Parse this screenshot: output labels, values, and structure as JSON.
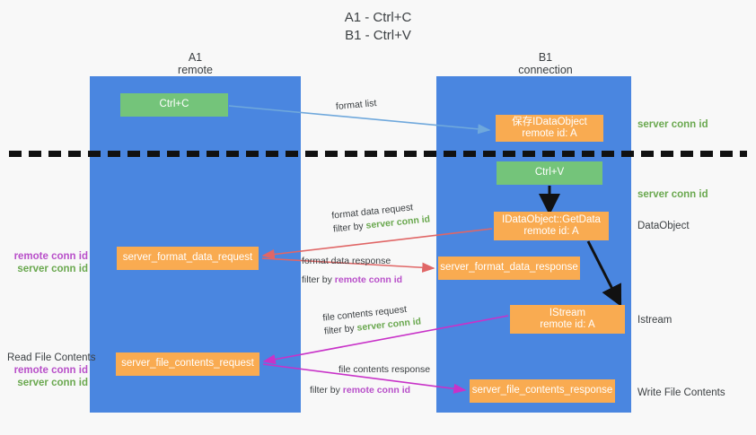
{
  "title": {
    "line1": "A1 - Ctrl+C",
    "line2": "B1 - Ctrl+V"
  },
  "lanes": [
    {
      "name": "A1",
      "subtitle": "remote"
    },
    {
      "name": "B1",
      "subtitle": "connection"
    }
  ],
  "nodes": {
    "ctrl_c": {
      "line1": "Ctrl+C",
      "line2": "",
      "color": "#74c47a"
    },
    "idataobject": {
      "line1": "保存IDataObject",
      "line2": "remote id: A",
      "color": "#f9ab51"
    },
    "ctrl_v": {
      "line1": "Ctrl+V",
      "line2": "",
      "color": "#74c47a"
    },
    "getdata": {
      "line1": "IDataObject::GetData",
      "line2": "remote id: A",
      "color": "#f9ab51"
    },
    "format_data_request": {
      "line1": "server_format_data_request",
      "line2": "",
      "color": "#f9ab51"
    },
    "format_data_response": {
      "line1": "server_format_data_response",
      "line2": "",
      "color": "#f9ab51"
    },
    "istream": {
      "line1": "IStream",
      "line2": "remote id: A",
      "color": "#f9ab51"
    },
    "file_contents_request": {
      "line1": "server_file_contents_request",
      "line2": "",
      "color": "#f9ab51"
    },
    "file_contents_response": {
      "line1": "server_file_contents_response",
      "line2": "",
      "color": "#f9ab51"
    }
  },
  "edges": {
    "format_list": {
      "line1": "format list",
      "line2_prefix": "",
      "line2_highlight": ""
    },
    "format_data_request": {
      "line1": "format data request",
      "line2_prefix": "filter by ",
      "line2_highlight": "server conn id"
    },
    "format_data_response": {
      "line1": "format data response",
      "line2_prefix": "filter by ",
      "line2_highlight": "remote conn id"
    },
    "file_contents_request": {
      "line1": "file contents request",
      "line2_prefix": "filter by ",
      "line2_highlight": "server conn id"
    },
    "file_contents_response": {
      "line1": "file contents response",
      "line2_prefix": "filter by ",
      "line2_highlight": "remote conn id"
    }
  },
  "annotations": {
    "right": [
      {
        "text": "server conn id",
        "color": "green"
      },
      {
        "text": "server conn id",
        "color": "green"
      },
      {
        "text": "DataObject",
        "color": "black"
      },
      {
        "text": "Istream",
        "color": "black"
      },
      {
        "text": "Write File Contents",
        "color": "black"
      }
    ],
    "left": {
      "group1_remote": "remote conn id",
      "group1_server": "server conn id",
      "group2_title": "Read File Contents",
      "group2_remote": "remote conn id",
      "group2_server": "server conn id"
    }
  },
  "colors": {
    "lane": "#4a86e0",
    "box_orange": "#f9ab51",
    "box_green": "#74c47a",
    "conn_green": "#6aa84f",
    "conn_purple": "#b84fc9",
    "arrow_blue": "#6fa8dc",
    "arrow_red": "#e06666",
    "arrow_magenta": "#c832c8",
    "arrow_black": "#111111"
  }
}
